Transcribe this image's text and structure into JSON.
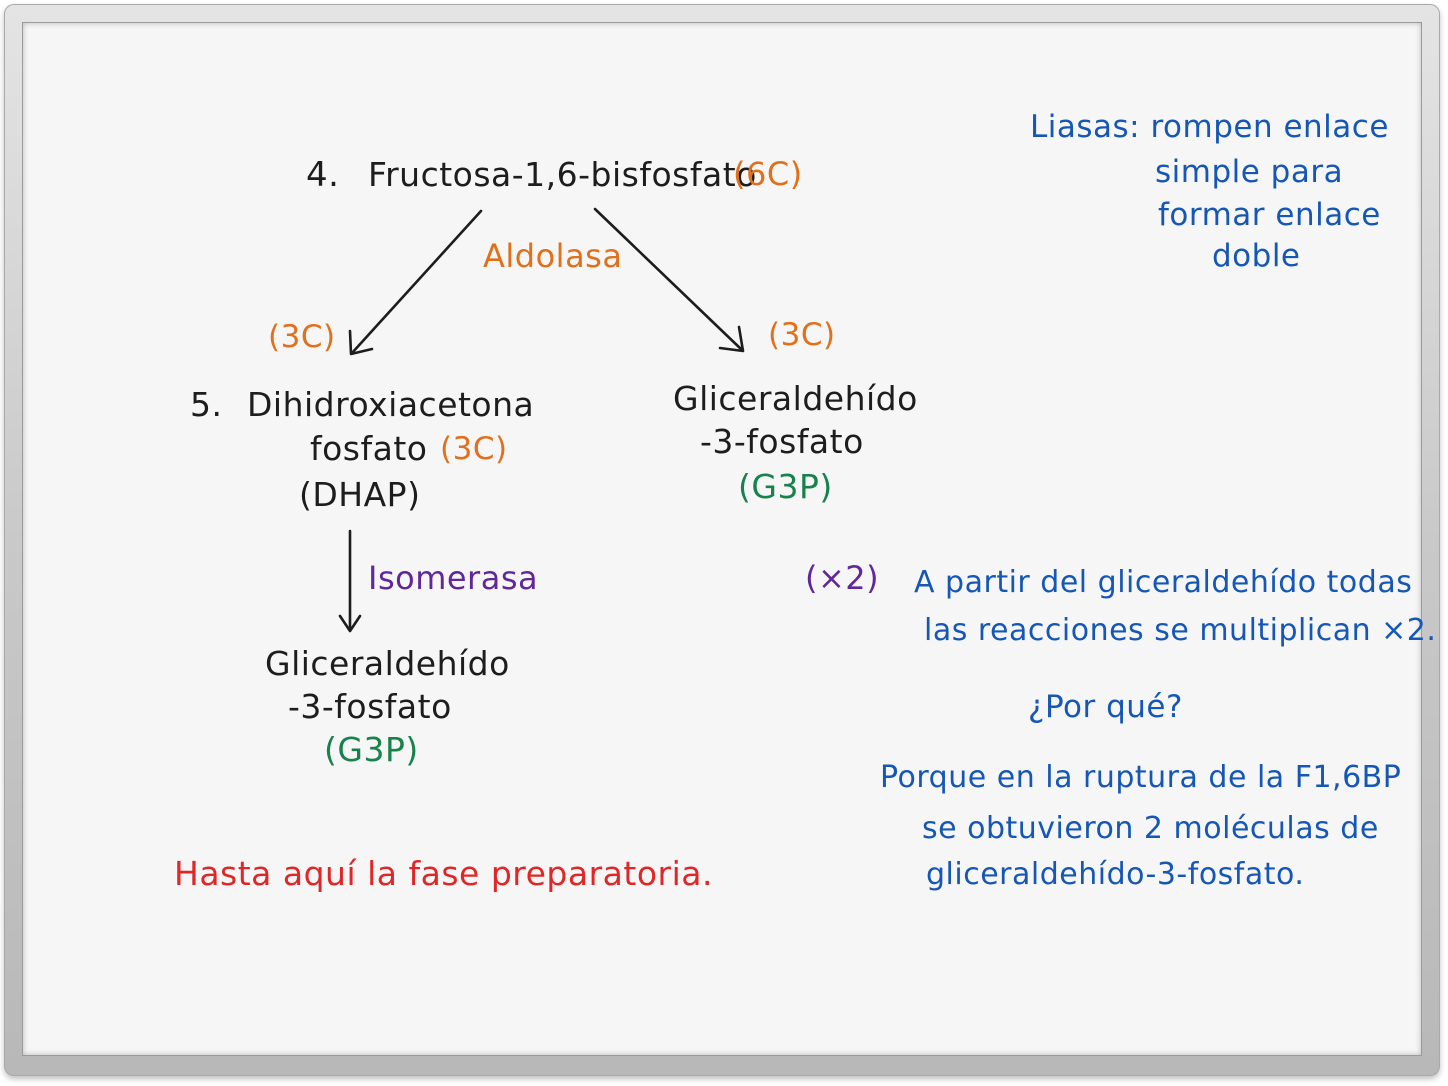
{
  "step4": {
    "number": "4.",
    "compound": "Fructosa-1,6-bisfosfato",
    "carbons": "(6C)",
    "enzyme": "Aldolasa"
  },
  "left_branch": {
    "carbons_arrow": "(3C)",
    "number": "5.",
    "compound_line1": "Dihidroxiacetona",
    "compound_line2": "fosfato",
    "carbons": "(3C)",
    "abbrev": "(DHAP)",
    "enzyme": "Isomerasa",
    "product_line1": "Gliceraldehído",
    "product_line2": "-3-fosfato",
    "product_abbrev": "(G3P)"
  },
  "right_branch": {
    "carbons_arrow": "(3C)",
    "compound_line1": "Gliceraldehído",
    "compound_line2": "-3-fosfato",
    "abbrev": "(G3P)"
  },
  "note_liasas": {
    "line1": "Liasas: rompen enlace",
    "line2": "simple para",
    "line3": "formar enlace",
    "line4": "doble"
  },
  "note_multiply": {
    "marker": "(×2)",
    "line1": "A partir del gliceraldehído todas",
    "line2": "las reacciones se multiplican ×2."
  },
  "question": "¿Por qué?",
  "answer": {
    "line1": "Porque en la ruptura de la F1,6BP",
    "line2": "se obtuvieron 2 moléculas de",
    "line3": "gliceraldehído-3-fosfato."
  },
  "footer_note": "Hasta aquí la fase preparatoria.",
  "colors": {
    "black": "#1d1d1d",
    "orange": "#e0701c",
    "green": "#17824a",
    "blue": "#1657b6",
    "purple": "#62289a",
    "red": "#e02727"
  }
}
